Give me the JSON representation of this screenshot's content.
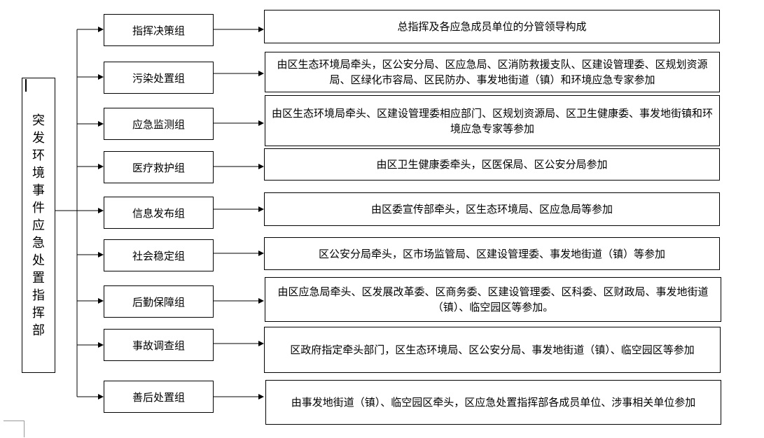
{
  "root": {
    "title": "突发环境事件应急处置指挥部",
    "chars": [
      "突",
      "发",
      "环",
      "境",
      "事",
      "件",
      "应",
      "急",
      "处",
      "置",
      "指",
      "挥",
      "部"
    ]
  },
  "groups": [
    {
      "name": "指挥决策组",
      "duty": "总指挥及各应急成员单位的分管领导构成"
    },
    {
      "name": "污染处置组",
      "duty": "由区生态环境局牵头，区公安分局、区应急局、区消防救援支队、区建设管理委、区规划资源局、区绿化市容局、区民防办、事发地街道（镇）和环境应急专家参加"
    },
    {
      "name": "应急监测组",
      "duty": "由区生态环境局牵头、区建设管理委相应部门、区规划资源局、区卫生健康委、事发地街镇和环境应急专家等参加"
    },
    {
      "name": "医疗救护组",
      "duty": "由区卫生健康委牵头，区医保局、区公安分局参加"
    },
    {
      "name": "信息发布组",
      "duty": "由区委宣传部牵头，区生态环境局、区应急局等参加"
    },
    {
      "name": "社会稳定组",
      "duty": "区公安分局牵头，区市场监管局、区建设管理委、事发地街道（镇）等参加"
    },
    {
      "name": "后勤保障组",
      "duty": "由区应急局牵头、区发展改革委、区商务委、区建设管理委、区科委、区财政局、事发地街道（镇）、临空园区等参加。"
    },
    {
      "name": "事故调查组",
      "duty": "区政府指定牵头部门，区生态环境局、区公安分局、事发地街道（镇）、临空园区等参加"
    },
    {
      "name": "善后处置组",
      "duty": "由事发地街道（镇）、临空园区牵头，区应急处置指挥部各成员单位、涉事相关单位参加"
    }
  ]
}
